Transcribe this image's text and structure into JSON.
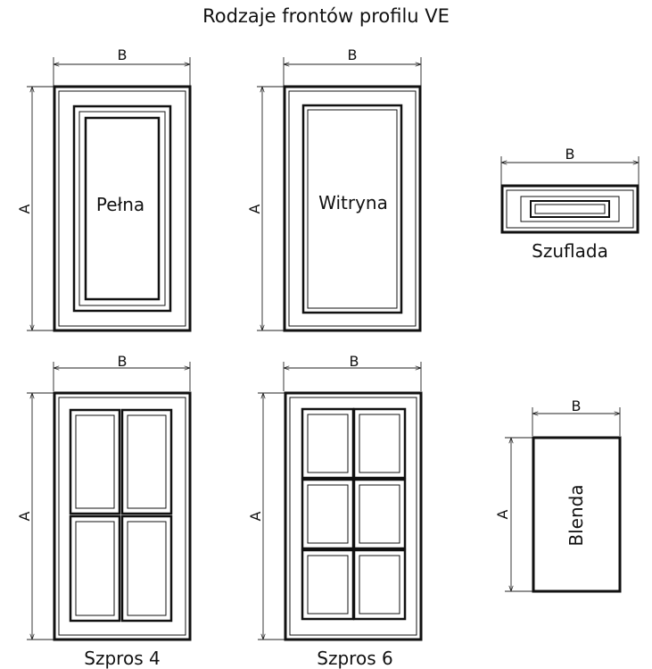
{
  "title": "Rodzaje frontów profilu VE",
  "dimensions": {
    "width_label": "B",
    "height_label": "A"
  },
  "fronts": {
    "pelna": {
      "label": "Pełna"
    },
    "witryna": {
      "label": "Witryna"
    },
    "szuflada": {
      "label": "Szuflada"
    },
    "szpros4": {
      "label": "Szpros 4"
    },
    "szpros6": {
      "label": "Szpros 6"
    },
    "blenda": {
      "label": "Blenda"
    }
  }
}
